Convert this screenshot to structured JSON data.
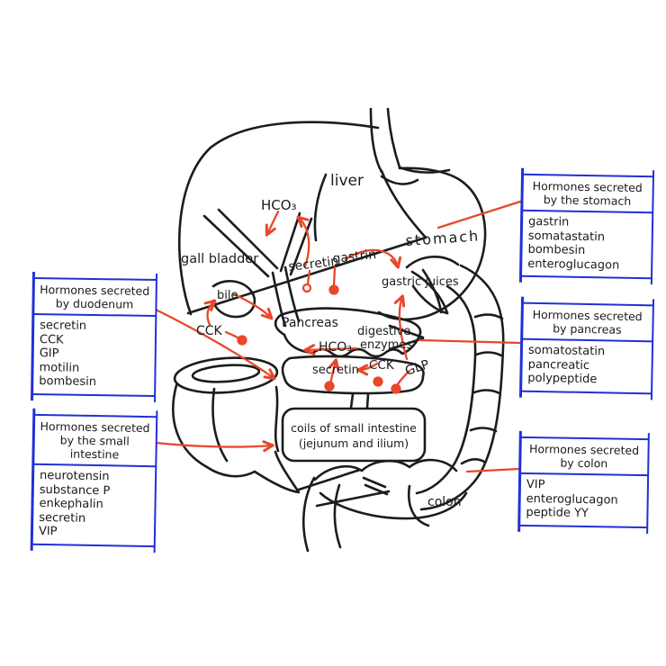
{
  "colors": {
    "box_border": "#2130d6",
    "connector_red": "#e8472b",
    "ink_black": "#1c1c1c",
    "background": "#ffffff"
  },
  "boxes": {
    "stomach": {
      "title_line1": "Hormones secreted",
      "title_line2": "by the stomach",
      "items": [
        "gastrin",
        "somatastatin",
        "bombesin",
        "enteroglucagon"
      ]
    },
    "pancreas": {
      "title_line1": "Hormones secreted",
      "title_line2": "by pancreas",
      "items": [
        "somatostatin",
        "pancreatic",
        "polypeptide"
      ]
    },
    "colon": {
      "title_line1": "Hormones secreted",
      "title_line2": "by colon",
      "items": [
        "VIP",
        "enteroglucagon",
        "peptide YY"
      ]
    },
    "duodenum": {
      "title_line1": "Hormones secreted",
      "title_line2": "by duodenum",
      "items": [
        "secretin",
        "CCK",
        "GIP",
        "motilin",
        "bombesin"
      ]
    },
    "small_intestine": {
      "title_line1": "Hormones secreted",
      "title_line2": "by the small intestine",
      "items": [
        "neurotensin",
        "substance P",
        "enkephalin",
        "secretin",
        "VIP"
      ]
    }
  },
  "labels": {
    "liver": "liver",
    "hco3_bile": "HCO₃",
    "gall_bladder": "gall bladder",
    "secretin_upper": "secretin",
    "gastrin": "gastrin",
    "stomach": "stomach",
    "gastric_juices": "gastric juices",
    "bile": "bile",
    "cck_gallbladder": "CCK",
    "pancreas": "Pancreas",
    "hco3_duodenum": "HCO₃",
    "digestive_line1": "digestive",
    "digestive_line2": "enzymes",
    "secretin_lower": "secretin",
    "cck_lower": "CCK",
    "glp": "GLP",
    "coils_line1": "coils of small intestine",
    "coils_line2": "(jejunum and ilium)",
    "colon": "colon"
  }
}
